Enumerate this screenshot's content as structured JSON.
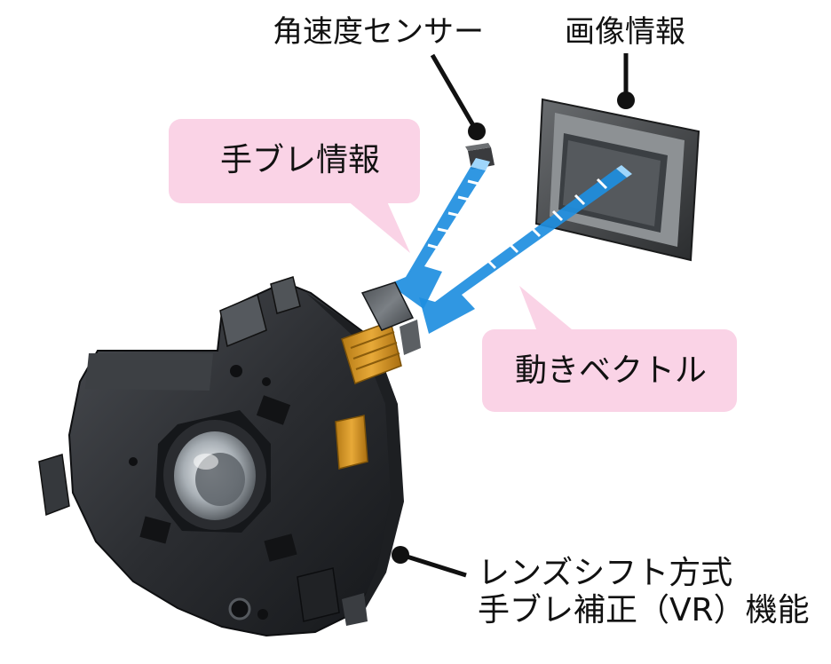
{
  "labels": {
    "gyro_sensor": "角速度センサー",
    "image_info": "画像情報",
    "shake_info": "手ブレ情報",
    "motion_vector": "動きベクトル",
    "vr_line1": "レンズシフト方式",
    "vr_line2": "手ブレ補正（VR）機能"
  },
  "colors": {
    "bubble_fill": "#fad3e6",
    "arrow_blue": "#1e8ee0",
    "arrow_light": "#9fd6fb",
    "leader": "#111111",
    "module_body": "#2d2f33"
  }
}
